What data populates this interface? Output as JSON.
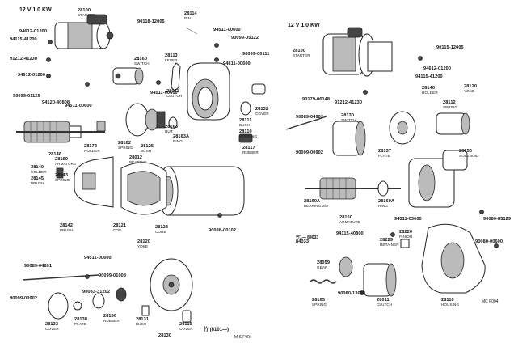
{
  "headers": {
    "left": "12 V 1.0 KW",
    "right": "12 V 1.0 KW"
  },
  "left_labels": [
    {
      "id": "28100",
      "n": "28100",
      "c": "STARTER"
    },
    {
      "id": "28114",
      "n": "28114",
      "c": "PIN"
    },
    {
      "id": "90118_12005",
      "n": "90118-12005",
      "c": ""
    },
    {
      "id": "94115_41200",
      "n": "94115-41200",
      "c": ""
    },
    {
      "id": "94612_01200a",
      "n": "94612-01200",
      "c": ""
    },
    {
      "id": "91212_41230",
      "n": "91212-41230",
      "c": ""
    },
    {
      "id": "94612_01200b",
      "n": "94612-01200",
      "c": ""
    },
    {
      "id": "90099_01129",
      "n": "90099-01129",
      "c": ""
    },
    {
      "id": "94120_40808",
      "n": "94120-40808",
      "c": ""
    },
    {
      "id": "94511_00600a",
      "n": "94511-00600",
      "c": ""
    },
    {
      "id": "90099_05122",
      "n": "90099-05122",
      "c": ""
    },
    {
      "id": "90099_00111",
      "n": "90099-00111",
      "c": ""
    },
    {
      "id": "94811_00600",
      "n": "94811-00600",
      "c": ""
    },
    {
      "id": "94511_00600b",
      "n": "94511-00600",
      "c": ""
    },
    {
      "id": "94511_00600c",
      "n": "94511-00600",
      "c": ""
    },
    {
      "id": "28160",
      "n": "28160",
      "c": "SWITCH"
    },
    {
      "id": "28113",
      "n": "28113",
      "c": "LEVER"
    },
    {
      "id": "28011",
      "n": "28011",
      "c": "CLUTCH"
    },
    {
      "id": "28132",
      "n": "28132",
      "c": "COVER"
    },
    {
      "id": "28111",
      "n": "28111",
      "c": "BUSH"
    },
    {
      "id": "28110",
      "n": "28110",
      "c": "HOUSING"
    },
    {
      "id": "28163",
      "n": "28163",
      "c": "NUT"
    },
    {
      "id": "28163A",
      "n": "28163A",
      "c": "RING"
    },
    {
      "id": "28172",
      "n": "28172",
      "c": "HOLDER"
    },
    {
      "id": "28162",
      "n": "28162",
      "c": "SPRING"
    },
    {
      "id": "28125",
      "n": "28125",
      "c": "BUSH"
    },
    {
      "id": "28012",
      "n": "28012",
      "c": "BEARING"
    },
    {
      "id": "28117",
      "n": "28117",
      "c": "RUBBER"
    },
    {
      "id": "28160b",
      "n": "28160",
      "c": "ARMATURE"
    },
    {
      "id": "28140",
      "n": "28140",
      "c": "HOLDER"
    },
    {
      "id": "28145",
      "n": "28145",
      "c": "BRUSH"
    },
    {
      "id": "28143",
      "n": "28143",
      "c": "SPRING"
    },
    {
      "id": "28142",
      "n": "28142",
      "c": "BRUSH"
    },
    {
      "id": "28121",
      "n": "28121",
      "c": "COIL"
    },
    {
      "id": "28123",
      "n": "28123",
      "c": "CORE"
    },
    {
      "id": "90088_00102",
      "n": "90088-00102",
      "c": ""
    },
    {
      "id": "28120",
      "n": "28120",
      "c": "YOKE"
    },
    {
      "id": "94511_00600d",
      "n": "94511-00600",
      "c": ""
    },
    {
      "id": "90089_04891",
      "n": "90089-04891",
      "c": ""
    },
    {
      "id": "90099_01008",
      "n": "90099-01008",
      "c": ""
    },
    {
      "id": "90099_00902",
      "n": "90099-00902",
      "c": ""
    },
    {
      "id": "90083_31202",
      "n": "90083-31202",
      "c": ""
    },
    {
      "id": "28133",
      "n": "28133",
      "c": "COVER"
    },
    {
      "id": "28138",
      "n": "28138",
      "c": "PLATE"
    },
    {
      "id": "28136",
      "n": "28136",
      "c": "RUBBER"
    },
    {
      "id": "28131",
      "n": "28131",
      "c": "BUSH"
    },
    {
      "id": "28119",
      "n": "28119",
      "c": "COVER"
    },
    {
      "id": "28130",
      "n": "28130",
      "c": ""
    }
  ],
  "right_labels": [
    {
      "id": "r28100",
      "n": "28100",
      "c": "STARTER"
    },
    {
      "id": "r90115_12005",
      "n": "90115-12005",
      "c": ""
    },
    {
      "id": "r94612_01200",
      "n": "94612-01200",
      "c": ""
    },
    {
      "id": "r94115_41200",
      "n": "94115-41200",
      "c": ""
    },
    {
      "id": "r90179_06148",
      "n": "90179-06148",
      "c": ""
    },
    {
      "id": "r91212_41230",
      "n": "91212-41230",
      "c": ""
    },
    {
      "id": "r28140",
      "n": "28140",
      "c": "HOLDER"
    },
    {
      "id": "r28120",
      "n": "28120",
      "c": "YOKE"
    },
    {
      "id": "r28112",
      "n": "28112",
      "c": "SPRING"
    },
    {
      "id": "r90089_04902",
      "n": "90089-04902",
      "c": ""
    },
    {
      "id": "r28130",
      "n": "28130",
      "c": "SWITCH"
    },
    {
      "id": "r90099_00902",
      "n": "90099-00902",
      "c": ""
    },
    {
      "id": "r28137",
      "n": "28137",
      "c": "PLATE"
    },
    {
      "id": "r28150",
      "n": "28150",
      "c": "SOLENOID"
    },
    {
      "id": "r28160A",
      "n": "28160A",
      "c": "BEARING S/A"
    },
    {
      "id": "r28160",
      "n": "28160",
      "c": "ARMATURE"
    },
    {
      "id": "r28160A2",
      "n": "28160A",
      "c": "RING"
    },
    {
      "id": "r94511_03600",
      "n": "94511-03600",
      "c": ""
    },
    {
      "id": "r94115_40800",
      "n": "94115-40800",
      "c": ""
    },
    {
      "id": "r90080_85129",
      "n": "90080-85129",
      "c": ""
    },
    {
      "id": "r84033",
      "n": "84033",
      "c": ""
    },
    {
      "id": "r28229",
      "n": "28229",
      "c": "RETAINER"
    },
    {
      "id": "r28220",
      "n": "28220",
      "c": "PINION"
    },
    {
      "id": "r90080_00600",
      "n": "90080-00600",
      "c": ""
    },
    {
      "id": "r28059",
      "n": "28059",
      "c": "GEAR"
    },
    {
      "id": "r28165",
      "n": "28165",
      "c": "SPRING"
    },
    {
      "id": "r28011",
      "n": "28011",
      "c": "CLUTCH"
    },
    {
      "id": "r90080_13008",
      "n": "90080-13008",
      "c": ""
    },
    {
      "id": "r28110",
      "n": "28110",
      "c": "HOUSING"
    }
  ],
  "captions": {
    "left_group": "28146",
    "left_date": "竹 (8101—)",
    "left_fig": "M S F004",
    "right_date": "竹1— 84033",
    "right_fig": "MC F004"
  }
}
